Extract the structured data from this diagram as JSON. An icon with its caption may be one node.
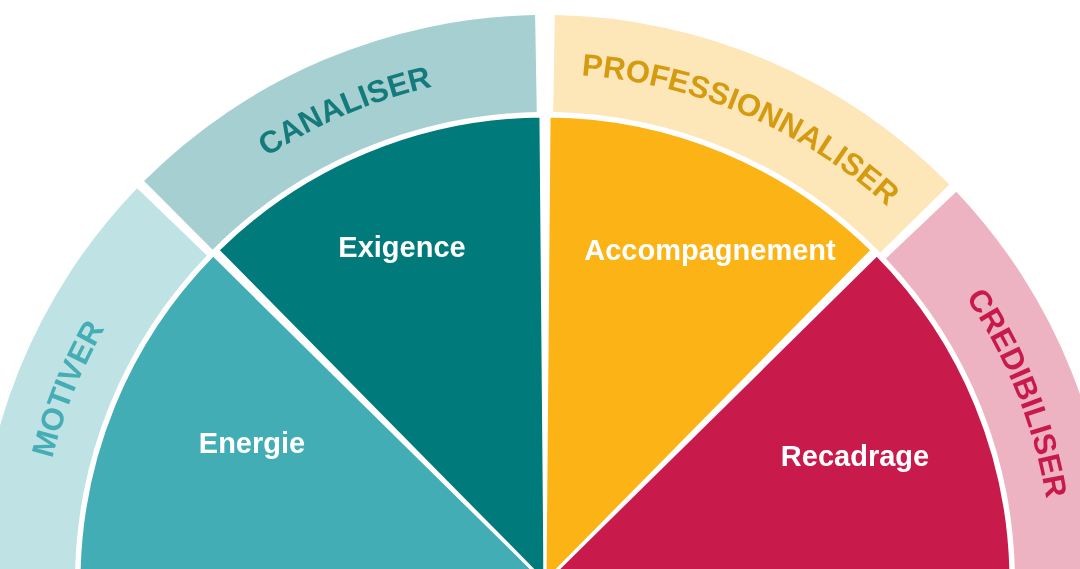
{
  "diagram": {
    "nodes": [
      {
        "text": [
          "MOTIVER"
        ]
      },
      {
        "text": [
          "Energie"
        ]
      },
      {
        "text": [
          "CANALISER"
        ]
      },
      {
        "text": [
          "Exigence"
        ]
      },
      {
        "text": [
          "PROFESSIONNALISER"
        ]
      },
      {
        "text": [
          "Accompagnement"
        ]
      },
      {
        "text": [
          "CREDIBILISER"
        ]
      },
      {
        "text": [
          "Recadrage"
        ]
      }
    ]
  }
}
